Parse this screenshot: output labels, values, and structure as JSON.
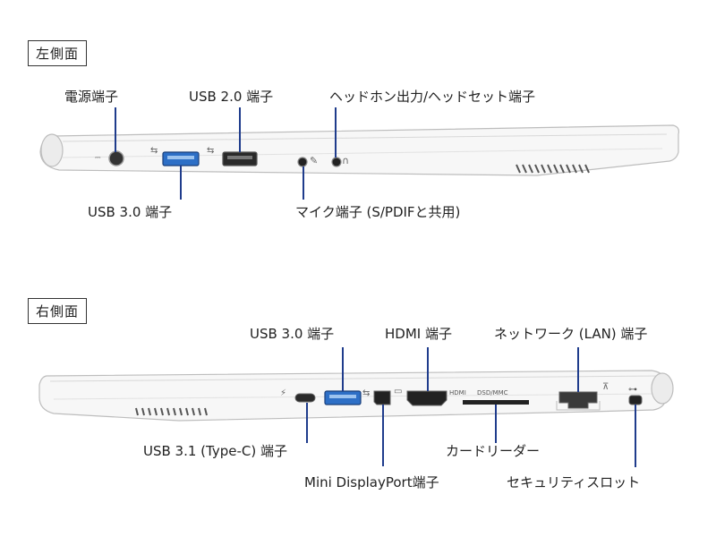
{
  "left_side": {
    "title": "左側面",
    "labels": {
      "power": "電源端子",
      "usb20": "USB 2.0 端子",
      "headphone": "ヘッドホン出力/ヘッドセット端子",
      "usb30": "USB 3.0 端子",
      "mic": "マイク端子 (S/PDIFと共用)"
    }
  },
  "right_side": {
    "title": "右側面",
    "labels": {
      "usb30": "USB 3.0 端子",
      "hdmi": "HDMI 端子",
      "lan": "ネットワーク (LAN) 端子",
      "usb31": "USB 3.1 (Type-C) 端子",
      "card": "カードリーダー",
      "minidp": "Mini DisplayPort端子",
      "lock": "セキュリティスロット"
    },
    "print": {
      "hdmi": "HDMI",
      "card": "DSD/MMC"
    }
  },
  "colors": {
    "leader_line": "#1f3c8c",
    "usb3_blue": "#2d6fc6"
  }
}
